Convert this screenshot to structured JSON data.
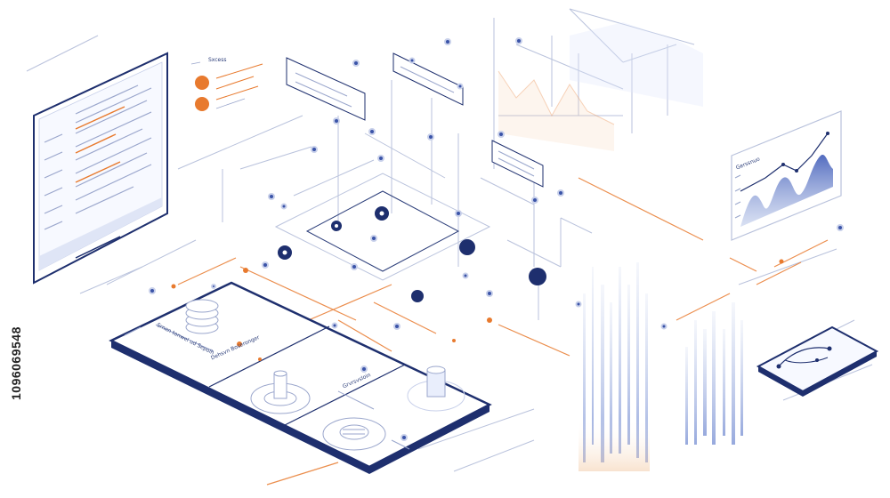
{
  "watermark": {
    "stock_id": "1096069548"
  },
  "labels": {
    "card_top": "Sxcess",
    "panel_list_1": "Srnen tonwel ud Sepolh",
    "panel_list_2": "Dehsvn Boseronger",
    "chart_card_title": "Gerssnuo",
    "small_card_title": "Grvrsvsloin"
  },
  "colors": {
    "primary": "#1e2f6e",
    "accent": "#e87a2e",
    "line": "#b9c2dc",
    "light_blue": "#9fb1e0"
  },
  "icons": [
    "document-panel-icon",
    "chart-card-icon",
    "tablet-device-icon",
    "coin-stack-icon"
  ]
}
